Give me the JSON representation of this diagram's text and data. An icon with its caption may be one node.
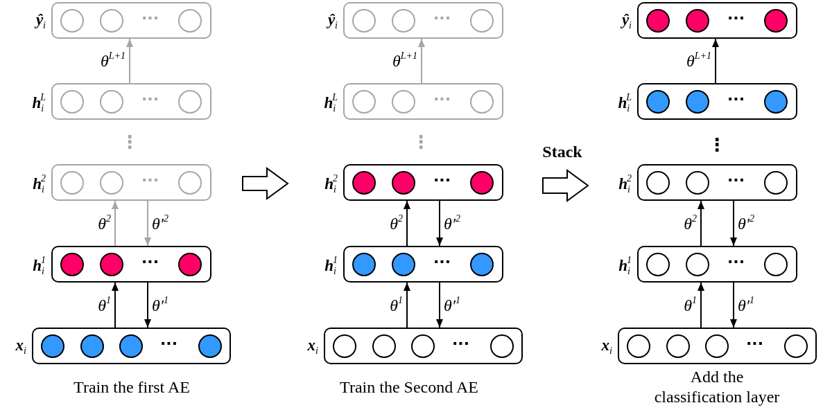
{
  "diagram": {
    "nodes": [
      {
        "text": [
          "···"
        ],
        "beside": [
          "ŷ$_{i}$"
        ]
      },
      {
        "text": [],
        "shape": "circle",
        "in": 0
      },
      {
        "text": [],
        "shape": "circle",
        "in": 0
      },
      {
        "text": [],
        "shape": "circle",
        "in": 0
      },
      {
        "text": [
          "···"
        ],
        "beside": [
          "h$_{i}$$^{L}$"
        ]
      },
      {
        "text": [],
        "shape": "circle",
        "in": 4
      },
      {
        "text": [],
        "shape": "circle",
        "in": 4
      },
      {
        "text": [],
        "shape": "circle",
        "in": 4
      },
      {
        "text": [
          "···"
        ],
        "beside": [
          "h$_{i}$$^{2}$"
        ]
      },
      {
        "text": [],
        "shape": "circle",
        "in": 8
      },
      {
        "text": [],
        "shape": "circle",
        "in": 8
      },
      {
        "text": [],
        "shape": "circle",
        "in": 8
      },
      {
        "text": [
          "···"
        ],
        "beside": [
          "h$_{i}$$^{1}$"
        ]
      },
      {
        "text": [],
        "shape": "circle",
        "in": 12
      },
      {
        "text": [],
        "shape": "circle",
        "in": 12
      },
      {
        "text": [],
        "shape": "circle",
        "in": 12
      },
      {
        "text": [
          "···"
        ],
        "beside": [
          "x$_{i}$"
        ]
      },
      {
        "text": [],
        "shape": "circle",
        "in": 16
      },
      {
        "text": [],
        "shape": "circle",
        "in": 16
      },
      {
        "text": [],
        "shape": "circle",
        "in": 16
      },
      {
        "text": [],
        "shape": "circle",
        "in": 16
      },
      {
        "text": [
          "···"
        ],
        "beside": [
          "ŷ$_{i}$"
        ]
      },
      {
        "text": [],
        "shape": "circle",
        "in": 21
      },
      {
        "text": [],
        "shape": "circle",
        "in": 21
      },
      {
        "text": [],
        "shape": "circle",
        "in": 21
      },
      {
        "text": [
          "···"
        ],
        "beside": [
          "h$_{i}$$^{L}$"
        ]
      },
      {
        "text": [],
        "shape": "circle",
        "in": 25
      },
      {
        "text": [],
        "shape": "circle",
        "in": 25
      },
      {
        "text": [],
        "shape": "circle",
        "in": 25
      },
      {
        "text": [
          "···"
        ],
        "beside": [
          "h$_{i}$$^{2}$"
        ]
      },
      {
        "text": [],
        "shape": "circle",
        "in": 29
      },
      {
        "text": [],
        "shape": "circle",
        "in": 29
      },
      {
        "text": [],
        "shape": "circle",
        "in": 29
      },
      {
        "text": [
          "···"
        ],
        "beside": [
          "h$_{i}$$^{1}$"
        ]
      },
      {
        "text": [],
        "shape": "circle",
        "in": 33
      },
      {
        "text": [],
        "shape": "circle",
        "in": 33
      },
      {
        "text": [],
        "shape": "circle",
        "in": 33
      },
      {
        "text": [
          "···"
        ],
        "beside": [
          "x$_{i}$"
        ]
      },
      {
        "text": [],
        "shape": "circle",
        "in": 37
      },
      {
        "text": [],
        "shape": "circle",
        "in": 37
      },
      {
        "text": [],
        "shape": "circle",
        "in": 37
      },
      {
        "text": [],
        "shape": "circle",
        "in": 37
      },
      {
        "text": [
          "···"
        ],
        "beside": [
          "ŷ$_{i}$"
        ]
      },
      {
        "text": [],
        "shape": "circle",
        "in": 42
      },
      {
        "text": [],
        "shape": "circle",
        "in": 42
      },
      {
        "text": [],
        "shape": "circle",
        "in": 42
      },
      {
        "text": [
          "···"
        ],
        "beside": [
          "h$_{i}$$^{L}$"
        ]
      },
      {
        "text": [],
        "shape": "circle",
        "in": 46
      },
      {
        "text": [],
        "shape": "circle",
        "in": 46
      },
      {
        "text": [],
        "shape": "circle",
        "in": 46
      },
      {
        "text": [
          "···"
        ],
        "beside": [
          "h$_{i}$$^{2}$"
        ]
      },
      {
        "text": [],
        "shape": "circle",
        "in": 50
      },
      {
        "text": [],
        "shape": "circle",
        "in": 50
      },
      {
        "text": [],
        "shape": "circle",
        "in": 50
      },
      {
        "text": [
          "···"
        ],
        "beside": [
          "h$_{i}$$^{1}$"
        ]
      },
      {
        "text": [],
        "shape": "circle",
        "in": 54
      },
      {
        "text": [],
        "shape": "circle",
        "in": 54
      },
      {
        "text": [],
        "shape": "circle",
        "in": 54
      },
      {
        "text": [
          "···"
        ],
        "beside": [
          "x$_{i}$"
        ]
      },
      {
        "text": [],
        "shape": "circle",
        "in": 58
      },
      {
        "text": [],
        "shape": "circle",
        "in": 58
      },
      {
        "text": [],
        "shape": "circle",
        "in": 58
      },
      {
        "text": [],
        "shape": "circle",
        "in": 58
      }
    ],
    "edges": [
      {
        "from": 4,
        "to": 0,
        "arrow": "to",
        "label": "θ$^{L+1}$",
        "color": "#a6a6a6"
      },
      {
        "from": 12,
        "to": 8,
        "arrow": "to",
        "label": "θ$^{2}$",
        "color": "#a6a6a6"
      },
      {
        "from": 8,
        "to": 12,
        "arrow": "to",
        "label": "θ′$^{2}$",
        "color": "#a6a6a6"
      },
      {
        "from": 16,
        "to": 12,
        "arrow": "to",
        "label": "θ$^{1}$"
      },
      {
        "from": 12,
        "to": 16,
        "arrow": "to",
        "label": "θ′$^{1}$"
      },
      {
        "from": 25,
        "to": 21,
        "arrow": "to",
        "label": "θ$^{L+1}$",
        "color": "#a6a6a6"
      },
      {
        "from": 33,
        "to": 29,
        "arrow": "to",
        "label": "θ$^{2}$"
      },
      {
        "from": 29,
        "to": 33,
        "arrow": "to",
        "label": "θ′$^{2}$"
      },
      {
        "from": 37,
        "to": 33,
        "arrow": "to",
        "label": "θ$^{1}$"
      },
      {
        "from": 33,
        "to": 37,
        "arrow": "to",
        "label": "θ′$^{1}$"
      },
      {
        "from": 46,
        "to": 42,
        "arrow": "to",
        "label": "θ$^{L+1}$"
      },
      {
        "from": 54,
        "to": 50,
        "arrow": "to",
        "label": "θ$^{2}$"
      },
      {
        "from": 50,
        "to": 54,
        "arrow": "to",
        "label": "θ′$^{2}$"
      },
      {
        "from": 58,
        "to": 54,
        "arrow": "to",
        "label": "θ$^{1}$"
      },
      {
        "from": 54,
        "to": 58,
        "arrow": "to",
        "label": "θ′$^{1}$"
      }
    ],
    "labels": [
      "⋮",
      "⋮",
      "⋮",
      "Stack",
      "Train the first AE",
      "Train the Second AE",
      "Add the classification layer"
    ]
  }
}
